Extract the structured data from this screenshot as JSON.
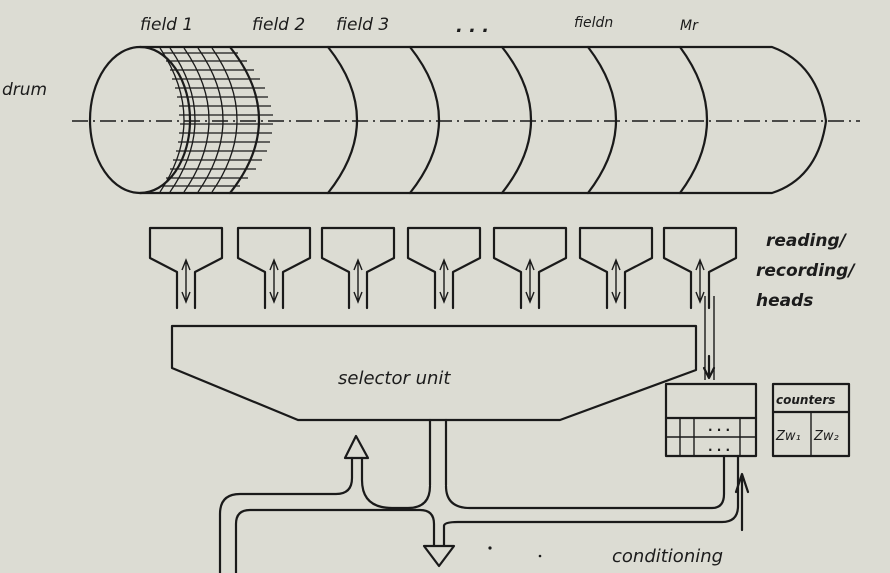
{
  "labels": {
    "field1": "field 1",
    "field2": "field 2",
    "field3": "field 3",
    "ellipsis": ". . .",
    "fieldn": "fieldn",
    "mr": "Mr",
    "drum": "drum",
    "heads_line1": "reading/",
    "heads_line2": "recording/",
    "heads_line3": "heads",
    "selector": "selector unit",
    "counters": "counters",
    "zw1": "Zw₁",
    "zw2": "Zw₂",
    "conditioning": "conditioning"
  },
  "colors": {
    "background": "#dcdcd3",
    "ink": "#1a1a1a"
  }
}
